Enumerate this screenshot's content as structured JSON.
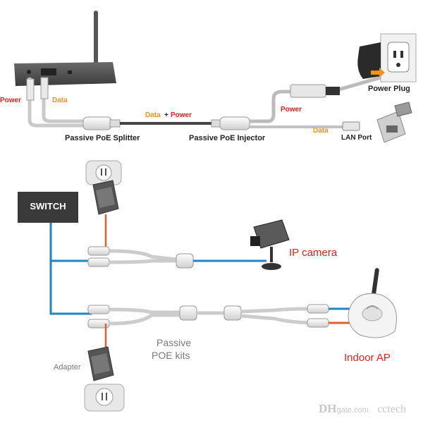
{
  "top": {
    "power_left": "Power",
    "data_left": "Data",
    "data_plus": "Data",
    "plus": "+",
    "power_mid": "Power",
    "splitter": "Passive PoE Splitter",
    "injector": "Passive PoE Injector",
    "power_right": "Power",
    "data_right": "Data",
    "power_plug": "Power Plug",
    "lan_port": "LAN Port"
  },
  "bottom": {
    "switch": "SWITCH",
    "ip_camera": "IP camera",
    "passive_1": "Passive",
    "passive_2": "POE kits",
    "indoor_ap": "Indoor AP",
    "adapter": "Adapter"
  },
  "watermark": {
    "dh": "DH",
    "gate": "gate.com",
    "cctech": "cctech"
  },
  "colors": {
    "power": "#e0221a",
    "data": "#f0921e",
    "cable_blue": "#1f86c2",
    "cable_orange": "#e0622a",
    "gray_cable": "#b9b9b9",
    "switch_box": "#3a3a3a"
  }
}
